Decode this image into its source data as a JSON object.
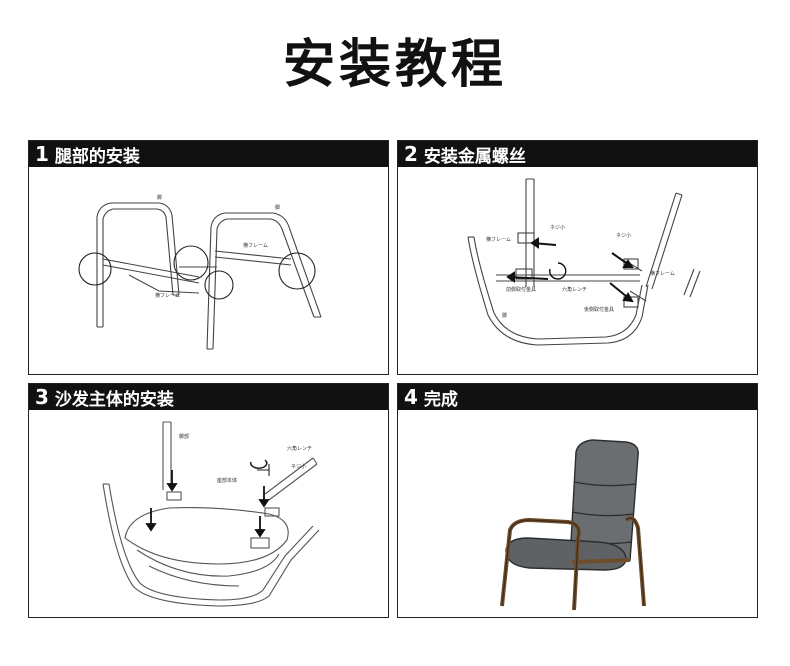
{
  "title": "安装教程",
  "panels": [
    {
      "num": "1",
      "label": "腿部的安装",
      "callouts": {
        "leg_a": "脚",
        "leg_b": "脚",
        "frame_a": "横フレーム",
        "frame_b": "横フレーム"
      }
    },
    {
      "num": "2",
      "label": "安装金属螺丝",
      "callouts": {
        "frame_a": "横フレーム",
        "bolt_a": "ネジ小",
        "bolt_b": "ネジ小",
        "front_metal": "前側取付金具",
        "hex": "六角レンチ",
        "frame_b": "横フレーム",
        "rear_metal": "後側取付金具",
        "leg": "脚"
      }
    },
    {
      "num": "3",
      "label": "沙发主体的安装",
      "callouts": {
        "leg": "脚部",
        "hex": "六角レンチ",
        "bolt": "ネジ小",
        "body": "座部本体"
      }
    },
    {
      "num": "4",
      "label": "完成",
      "callouts": {}
    }
  ]
}
